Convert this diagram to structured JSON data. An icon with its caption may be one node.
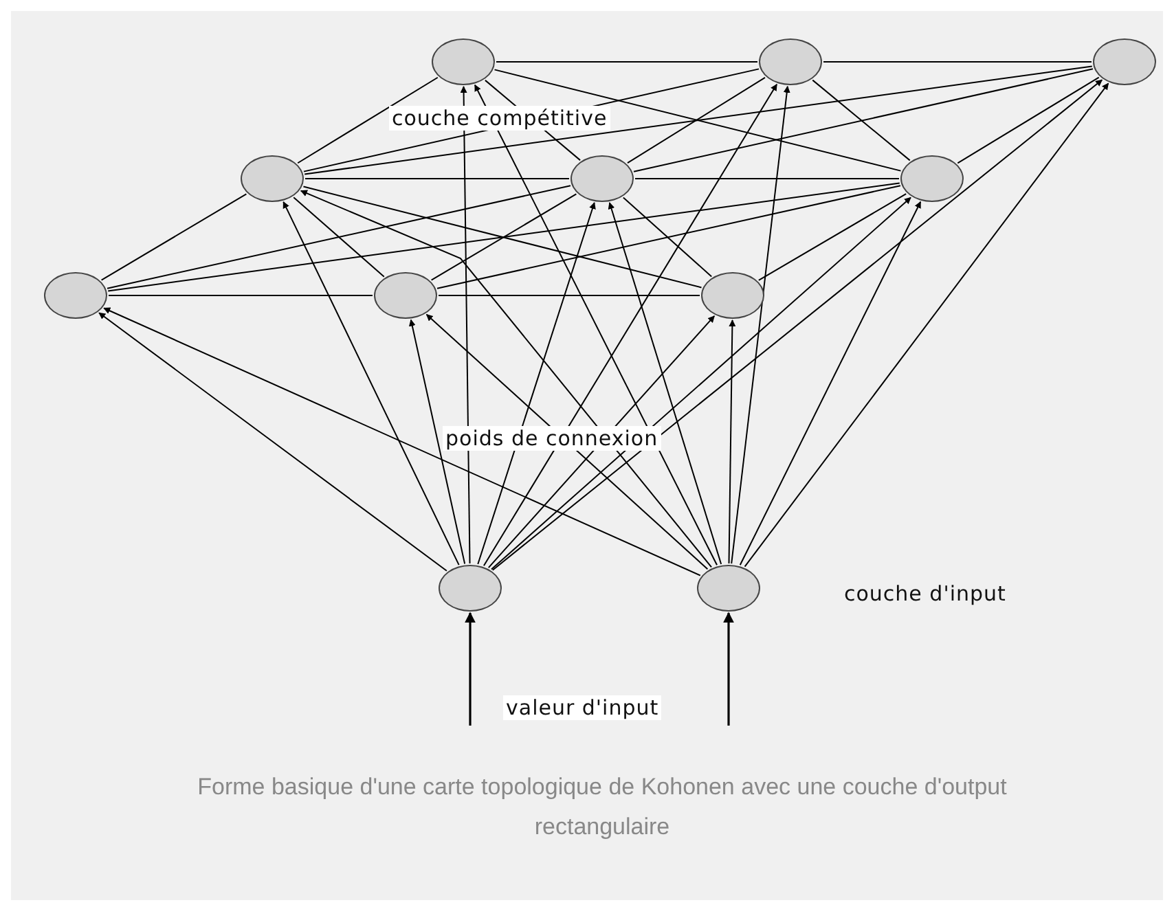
{
  "diagram": {
    "caption": "Forme basique d'une carte topologique de Kohonen avec une couche d'output rectangulaire",
    "nodes": [
      {
        "text": [],
        "shape": "circle"
      },
      {
        "text": [],
        "shape": "circle"
      },
      {
        "text": [],
        "shape": "circle"
      },
      {
        "text": [],
        "shape": "circle"
      },
      {
        "text": [],
        "shape": "circle"
      },
      {
        "text": [],
        "shape": "circle"
      },
      {
        "text": [],
        "shape": "circle"
      },
      {
        "text": [],
        "shape": "circle"
      },
      {
        "text": [],
        "shape": "circle"
      },
      {
        "text": [],
        "shape": "circle"
      },
      {
        "text": [],
        "shape": "circle"
      }
    ],
    "edges": [
      {
        "from": 0,
        "to": 1,
        "arrow": "none"
      },
      {
        "from": 1,
        "to": 2,
        "arrow": "none"
      },
      {
        "from": 3,
        "to": 4,
        "arrow": "none"
      },
      {
        "from": 4,
        "to": 5,
        "arrow": "none"
      },
      {
        "from": 6,
        "to": 7,
        "arrow": "none"
      },
      {
        "from": 7,
        "to": 8,
        "arrow": "none"
      },
      {
        "from": 0,
        "to": 3,
        "arrow": "none"
      },
      {
        "from": 0,
        "to": 4,
        "arrow": "none"
      },
      {
        "from": 0,
        "to": 5,
        "arrow": "none"
      },
      {
        "from": 1,
        "to": 3,
        "arrow": "none"
      },
      {
        "from": 1,
        "to": 4,
        "arrow": "none"
      },
      {
        "from": 1,
        "to": 5,
        "arrow": "none"
      },
      {
        "from": 2,
        "to": 3,
        "arrow": "none"
      },
      {
        "from": 2,
        "to": 4,
        "arrow": "none"
      },
      {
        "from": 2,
        "to": 5,
        "arrow": "none"
      },
      {
        "from": 3,
        "to": 6,
        "arrow": "none"
      },
      {
        "from": 3,
        "to": 7,
        "arrow": "none"
      },
      {
        "from": 3,
        "to": 8,
        "arrow": "none"
      },
      {
        "from": 4,
        "to": 6,
        "arrow": "none"
      },
      {
        "from": 4,
        "to": 7,
        "arrow": "none"
      },
      {
        "from": 4,
        "to": 8,
        "arrow": "none"
      },
      {
        "from": 5,
        "to": 6,
        "arrow": "none"
      },
      {
        "from": 5,
        "to": 7,
        "arrow": "none"
      },
      {
        "from": 5,
        "to": 8,
        "arrow": "none"
      },
      {
        "from": 9,
        "to": 0,
        "arrow": "to"
      },
      {
        "from": 9,
        "to": 1,
        "arrow": "to"
      },
      {
        "from": 9,
        "to": 2,
        "arrow": "to"
      },
      {
        "from": 9,
        "to": 3,
        "arrow": "to"
      },
      {
        "from": 9,
        "to": 4,
        "arrow": "to"
      },
      {
        "from": 9,
        "to": 5,
        "arrow": "to"
      },
      {
        "from": 9,
        "to": 6,
        "arrow": "to"
      },
      {
        "from": 9,
        "to": 7,
        "arrow": "to"
      },
      {
        "from": 9,
        "to": 8,
        "arrow": "to"
      },
      {
        "from": 10,
        "to": 0,
        "arrow": "to"
      },
      {
        "from": 10,
        "to": 1,
        "arrow": "to"
      },
      {
        "from": 10,
        "to": 2,
        "arrow": "to"
      },
      {
        "from": 10,
        "to": 3,
        "arrow": "to"
      },
      {
        "from": 10,
        "to": 4,
        "arrow": "to"
      },
      {
        "from": 10,
        "to": 5,
        "arrow": "to"
      },
      {
        "from": 10,
        "to": 6,
        "arrow": "to"
      },
      {
        "from": 10,
        "to": 7,
        "arrow": "to"
      },
      {
        "from": 10,
        "to": 8,
        "arrow": "to"
      },
      {
        "from": null,
        "to": 9,
        "arrow": "to"
      },
      {
        "from": null,
        "to": 10,
        "arrow": "to"
      }
    ],
    "labels": [
      "couche compétitive",
      "poids de connexion",
      "couche d'input",
      "valeur d'input"
    ]
  }
}
